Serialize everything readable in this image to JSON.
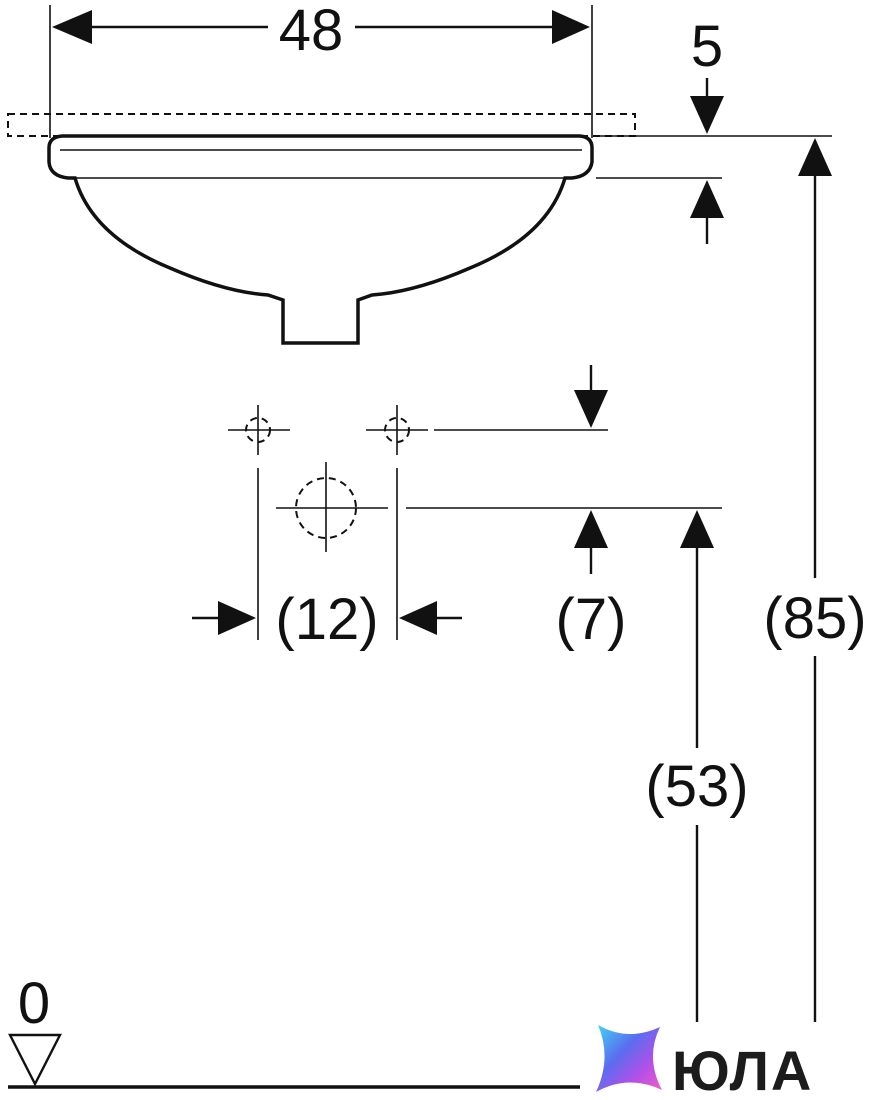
{
  "dimensions": {
    "width_top": "48",
    "rim_height": "5",
    "hole_spacing": "(12)",
    "hole_offset": "(7)",
    "drain_height": "(53)",
    "total_height": "(85)",
    "floor_level": "0"
  },
  "logo": {
    "text": "ЮЛА",
    "colors": [
      "#3fd6f2",
      "#5b6cf0",
      "#b44fe8",
      "#f05fc9"
    ]
  }
}
